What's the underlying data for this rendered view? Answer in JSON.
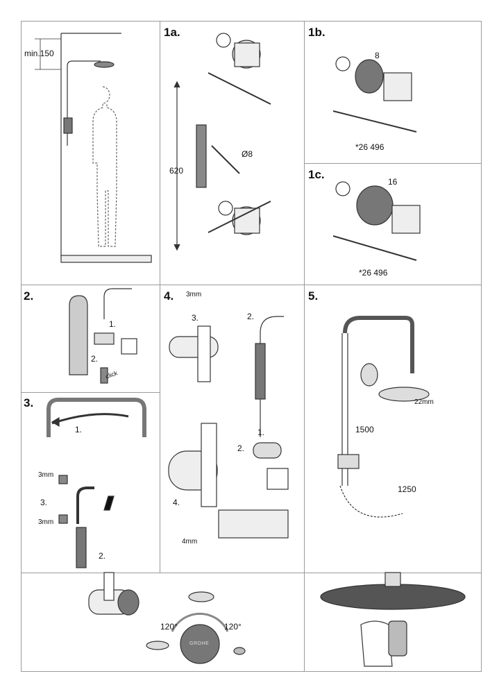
{
  "panels": {
    "overview": {
      "dimension": "min.150"
    },
    "p1a": {
      "step": "1a.",
      "height": "620",
      "drill": "Ø8"
    },
    "p1b": {
      "step": "1b.",
      "spacer": "8",
      "part_no": "*26 496"
    },
    "p1c": {
      "step": "1c.",
      "spacer": "16",
      "part_no": "*26 496"
    },
    "p2": {
      "step": "2.",
      "sub1": "1.",
      "sub2": "2.",
      "click": "click"
    },
    "p3": {
      "step": "3.",
      "sub1": "1.",
      "wrench_top": "3mm",
      "sub3": "3.",
      "wrench_bottom": "3mm",
      "sub2": "2."
    },
    "p4": {
      "step": "4.",
      "wrench_top": "3mm",
      "sub3": "3.",
      "sub2a": "2.",
      "sub1": "1.",
      "sub2b": "2.",
      "sub4": "4.",
      "wrench_bottom": "4mm"
    },
    "p5": {
      "step": "5.",
      "nut": "22mm",
      "hose1": "1500",
      "hose2": "1250"
    },
    "p6": {
      "angle_left": "120°",
      "angle_right": "120°",
      "logo": "GROHE"
    }
  },
  "colors": {
    "line": "#9a9a9a",
    "part": "#555555",
    "ink": "#111111"
  }
}
